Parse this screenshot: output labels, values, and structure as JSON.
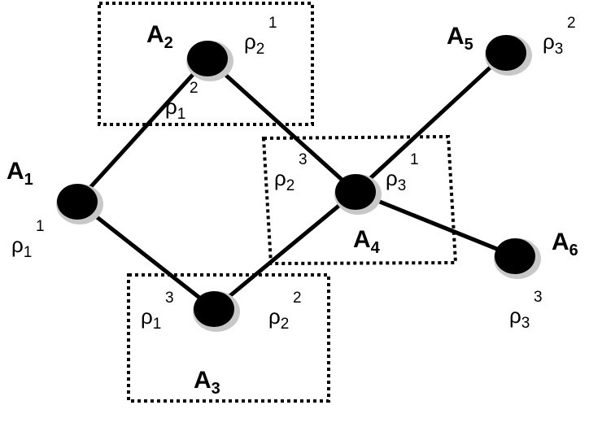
{
  "diagram": {
    "nodes": [
      {
        "id": "A1",
        "letter": "A",
        "index": "1"
      },
      {
        "id": "A2",
        "letter": "A",
        "index": "2"
      },
      {
        "id": "A3",
        "letter": "A",
        "index": "3"
      },
      {
        "id": "A4",
        "letter": "A",
        "index": "4"
      },
      {
        "id": "A5",
        "letter": "A",
        "index": "5"
      },
      {
        "id": "A6",
        "letter": "A",
        "index": "6"
      }
    ],
    "edges": [
      [
        "A1",
        "A2"
      ],
      [
        "A1",
        "A3"
      ],
      [
        "A2",
        "A4"
      ],
      [
        "A3",
        "A4"
      ],
      [
        "A4",
        "A5"
      ],
      [
        "A4",
        "A6"
      ]
    ],
    "groups": [
      {
        "id": "group-A2",
        "node": "A2"
      },
      {
        "id": "group-A3",
        "node": "A3"
      },
      {
        "id": "group-A4",
        "node": "A4"
      }
    ],
    "rho_labels": [
      {
        "id": "rho-1-1",
        "symbol": "ρ",
        "sub": "1",
        "sup": "1"
      },
      {
        "id": "rho-1-2",
        "symbol": "ρ",
        "sub": "1",
        "sup": "2"
      },
      {
        "id": "rho-1-3",
        "symbol": "ρ",
        "sub": "1",
        "sup": "3"
      },
      {
        "id": "rho-2-1",
        "symbol": "ρ",
        "sub": "2",
        "sup": "1"
      },
      {
        "id": "rho-2-2",
        "symbol": "ρ",
        "sub": "2",
        "sup": "2"
      },
      {
        "id": "rho-2-3",
        "symbol": "ρ",
        "sub": "2",
        "sup": "3"
      },
      {
        "id": "rho-3-1",
        "symbol": "ρ",
        "sub": "3",
        "sup": "1"
      },
      {
        "id": "rho-3-2",
        "symbol": "ρ",
        "sub": "3",
        "sup": "2"
      },
      {
        "id": "rho-3-3",
        "symbol": "ρ",
        "sub": "3",
        "sup": "3"
      }
    ],
    "colors": {
      "node_fill": "#000000",
      "node_shadow": "#c8c8c8",
      "edge": "#000000",
      "group_border": "#000000"
    }
  }
}
